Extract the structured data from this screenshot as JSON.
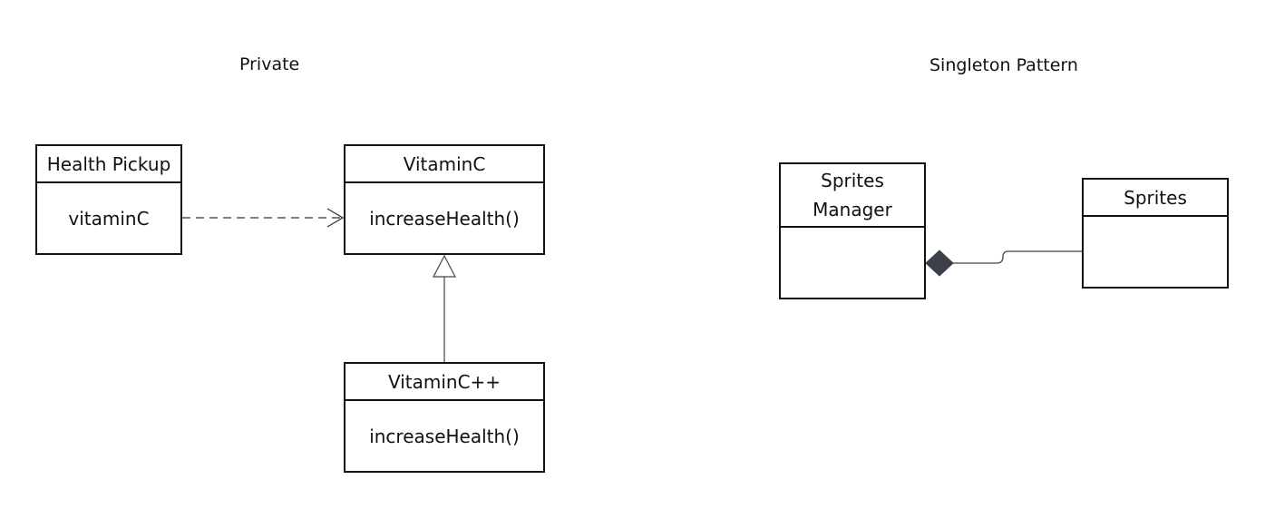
{
  "sections": {
    "left_title": "Private",
    "right_title": "Singleton Pattern"
  },
  "classes": {
    "health_pickup": {
      "name": "Health Pickup",
      "member": "vitaminC"
    },
    "vitamin_c": {
      "name": "VitaminC",
      "member": "increaseHealth()"
    },
    "vitamin_c_pp": {
      "name": "VitaminC++",
      "member": "increaseHealth()"
    },
    "sprites_manager": {
      "name": "Sprites Manager",
      "member": ""
    },
    "sprites": {
      "name": "Sprites",
      "member": ""
    }
  },
  "relationships": [
    {
      "from": "Health Pickup",
      "to": "VitaminC",
      "kind": "dependency"
    },
    {
      "from": "VitaminC++",
      "to": "VitaminC",
      "kind": "generalization"
    },
    {
      "from": "Sprites",
      "to": "Sprites Manager",
      "kind": "composition"
    }
  ],
  "colors": {
    "stroke": "#111111",
    "composition_diamond": "#3a3f48",
    "background": "#ffffff"
  }
}
